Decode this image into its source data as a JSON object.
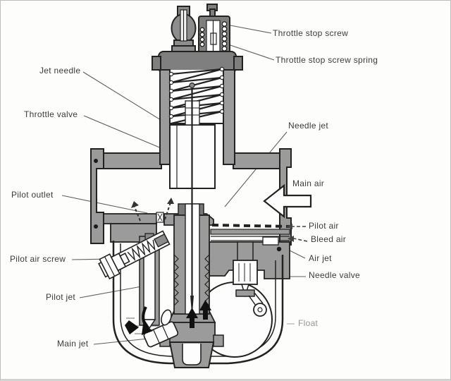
{
  "diagram": {
    "type": "carburetor-cross-section",
    "labels": {
      "throttle_stop_screw": "Throttle stop screw",
      "throttle_stop_screw_spring": "Throttle stop screw spring",
      "jet_needle": "Jet needle",
      "throttle_valve": "Throttle valve",
      "needle_jet": "Needle jet",
      "main_air": "Main air",
      "pilot_outlet": "Pilot outlet",
      "pilot_air": "Pilot air",
      "bleed_air": "Bleed air",
      "air_jet": "Air jet",
      "needle_valve": "Needle valve",
      "pilot_air_screw": "Pilot air screw",
      "pilot_jet": "Pilot jet",
      "main_jet": "Main jet",
      "float": "Float"
    },
    "colors": {
      "line": "#222222",
      "body_gray": "#9b9b9b",
      "dark_gray": "#7f7f7f",
      "leader": "#5f5f5f",
      "label_text": "#3b3b3b",
      "faint_text": "#949494",
      "background": "#fdfdfc",
      "border": "#bdbdbd"
    }
  }
}
